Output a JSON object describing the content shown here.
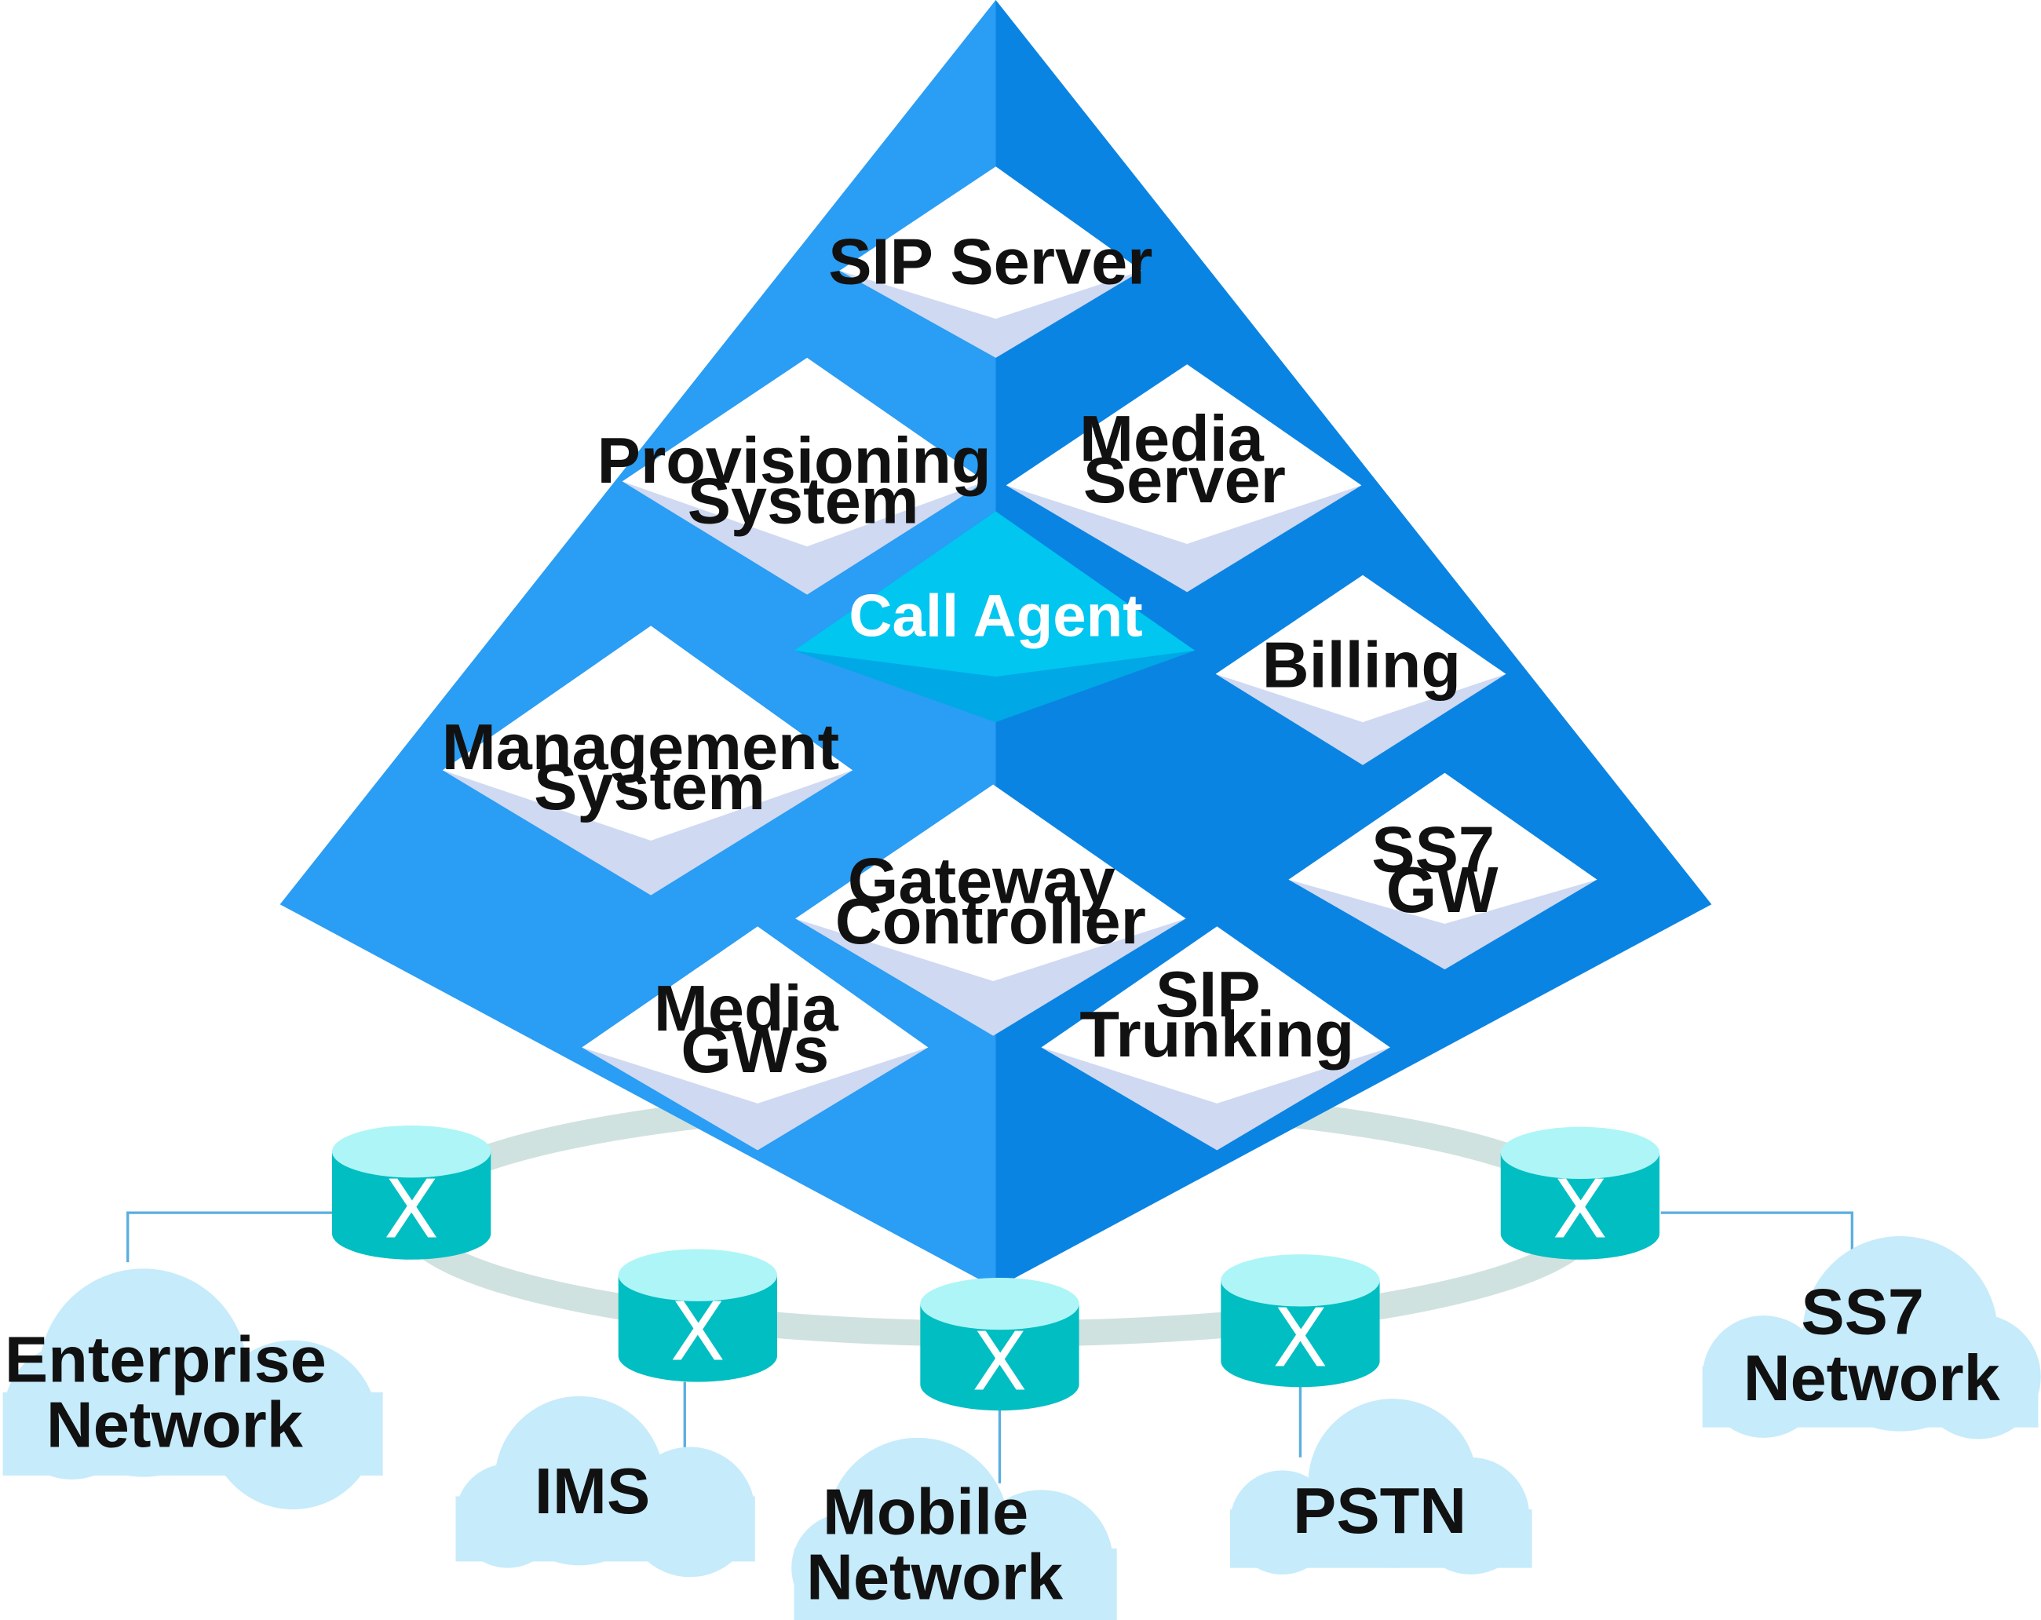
{
  "colors": {
    "pyramid_left": "#2196f3",
    "pyramid_right": "#0b82e0",
    "tile_top": "#ffffff",
    "tile_side": "#cdd8f0",
    "call_agent": "#00c4ee",
    "ring": "#cfe0df",
    "cylinder_body": "#00bcbf",
    "cylinder_top": "#aef5f7",
    "cloud": "#c6ebfb",
    "connector": "#5aaee0"
  },
  "components": {
    "sip_server": [
      "SIP Server"
    ],
    "provisioning_system": [
      "Provisioning",
      "System"
    ],
    "media_server": [
      "Media",
      "Server"
    ],
    "call_agent": [
      "Call Agent"
    ],
    "billing": [
      "Billing"
    ],
    "management_system": [
      "Management",
      "System"
    ],
    "ss7_gw": [
      "SS7",
      "GW"
    ],
    "gateway_controller": [
      "Gateway",
      "Controller"
    ],
    "media_gws": [
      "Media",
      "GWs"
    ],
    "sip_trunking": [
      "SIP",
      "Trunking"
    ]
  },
  "switch_symbol": "X",
  "networks": {
    "enterprise": [
      "Enterprise",
      "Network"
    ],
    "ims": [
      "IMS"
    ],
    "mobile": [
      "Mobile",
      "Network"
    ],
    "pstn": [
      "PSTN"
    ],
    "ss7": [
      "SS7",
      "Network"
    ]
  }
}
